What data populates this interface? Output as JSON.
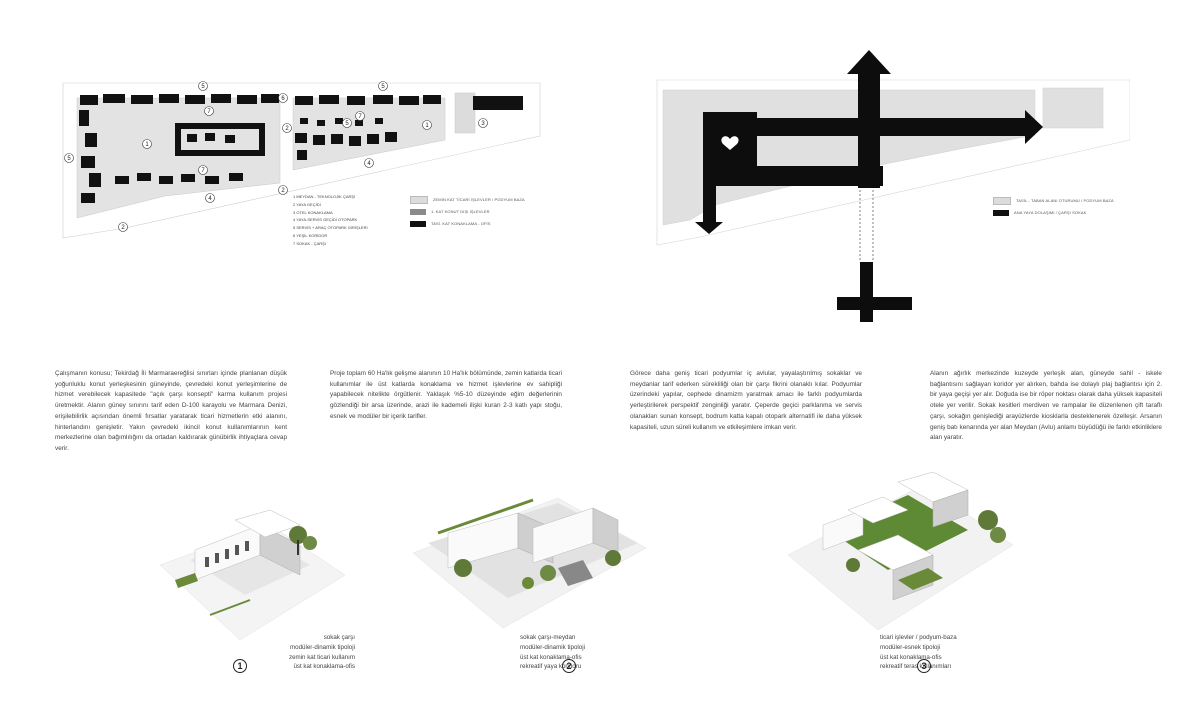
{
  "site_plan": {
    "markers": [
      "5",
      "5",
      "5",
      "6",
      "5",
      "1",
      "7",
      "7",
      "7",
      "1",
      "3",
      "4",
      "4",
      "2",
      "2",
      "2"
    ],
    "key": [
      "1 MEYDAN - TEKNOLOJİK ÇARŞI",
      "2 YAYA GEÇİDİ",
      "3 OTEL KONAKLAMA",
      "4 YAYA-SERVİS GEÇİDİ OTOPARK",
      "5 SERVİS + ARAÇ OTOPARK GİRİŞLERİ",
      "6 YEŞİL KORİDOR",
      "7 SOKAK - ÇARŞI"
    ],
    "legend": [
      {
        "label": "ZEMİN KAT TİCARİ İŞLEVLER / PODYUM BAZA",
        "color": "#dcdcdc"
      },
      {
        "label": "1. KAT KONUT DIŞI İŞLEVLER",
        "color": "#8a8a8a"
      },
      {
        "label": "TASİ. KAT KONAKLAMA - OFİS",
        "color": "#111111"
      }
    ]
  },
  "concept": {
    "legend": [
      {
        "label": "TASİL - TABAN ALANI OTURUMU / PODYUM BAZA",
        "color": "#dcdcdc"
      },
      {
        "label": "ANA YAYA DOLAŞIMI / ÇARŞI SOKAK",
        "color": "#111111"
      }
    ]
  },
  "paragraphs": [
    "Çalışmanın konusu; Tekirdağ İli Marmaraereğlisi sınırları içinde planlanan düşük yoğunluklu konut yerleşkesinin güneyinde, çevredeki konut yerleşimlerine de hizmet verebilecek kapasitede \"açık çarşı konsepti\" karma kullanım projesi üretmektir. Alanın güney sınırını tarif eden D-100 karayolu ve Marmara Denizi, erişilebilirlik açısından önemli fırsatlar yaratarak ticari hizmetlerin etki alanını, hinterlandını genişletir. Yakın çevredeki ikincil konut kullanımlarının kent merkezlerine olan bağımlılığını da ortadan kaldırarak günübirlik ihtiyaçlara cevap verir.",
    "Proje toplam 60 Ha'lık gelişme alanının 10 Ha'lık bölümünde, zemin katlarda ticari kullanımlar ile üst katlarda konaklama ve hizmet işlevlerine ev sahipliği yapabilecek nitelikte örgütlenir. Yaklaşık %5-10 düzeyinde eğim değerlerinin gözlendiği bir arsa üzerinde, arazi ile kademeli ilişki kuran 2-3 katlı yapı stoğu, esnek ve modüler bir içerik tarifler.",
    "Görece daha geniş ticari podyumlar iç avlular, yayalaştırılmış sokaklar ve meydanlar tarif ederken sürekliliği olan bir çarşı fikrini olanaklı kılar. Podyumlar üzerindeki yapılar, cephede dinamizm yaratmak amacı ile farklı podyumlarda yerleştirilerek perspektif zenginliği yaratır. Çeperde geçici parklanma ve servis olanakları sunan konsept, bodrum katta kapalı otopark alternatifi ile daha yüksek kapasiteli, uzun süreli kullanım ve etkileşimlere imkan verir.",
    "Alanın ağırlık merkezinde kuzeyde yerleşik alan, güneyde sahil - iskele bağlantısını sağlayan koridor yer alırken, bahda ise dolaylı plaj bağlantısı için 2. bir yaya geçişi yer alır. Doğuda ise bir röper noktası olarak daha yüksek kapasiteli otele yer verilir. Sokak kesitleri merdiven ve rampalar ile düzenlenen çift taraflı çarşı, sokağın genişlediği arayüzlerde kiosklarla desteklenerek özelleşir. Arsanın geniş batı kenarında yer alan Meydan (Avlu) anlamı büyüdüğü ile farklı etkinliklere alan yaratır."
  ],
  "renders": [
    {
      "number": "1",
      "lines": [
        "sokak çarşı",
        "modüler-dinamik tipoloji",
        "zemin kat ticari kullanım",
        "üst kat konaklama-ofis"
      ]
    },
    {
      "number": "2",
      "lines": [
        "sokak çarşı-meydan",
        "modüler-dinamik tipoloji",
        "üst kat konaklama-ofis",
        "rekreatif yaya koridoru"
      ]
    },
    {
      "number": "3",
      "lines": [
        "ticari işlevler / podyum-baza",
        "modüler-esnek tipoloji",
        "üst kat konaklama-ofis",
        "rekreatif teras kullanımları"
      ]
    }
  ]
}
